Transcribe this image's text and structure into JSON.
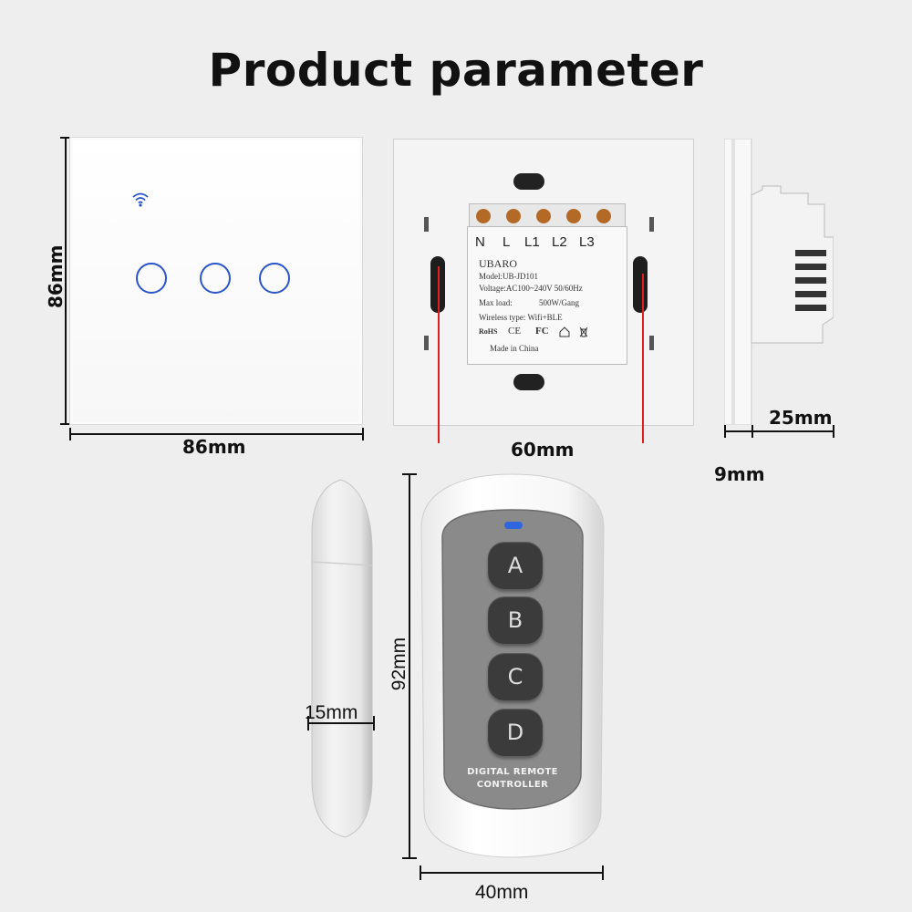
{
  "title": "Product parameter",
  "dimensions": {
    "front_height": "86mm",
    "front_width": "86mm",
    "back_width": "60mm",
    "side_depth": "25mm",
    "side_panel": "9mm",
    "remote_height": "92mm",
    "remote_width": "40mm",
    "remote_depth": "15mm"
  },
  "front_panel": {
    "touch_buttons": 3,
    "icon": "wifi-icon"
  },
  "back_panel": {
    "terminals": [
      "N",
      "L",
      "L1",
      "L2",
      "L3"
    ],
    "brand": "UBARO",
    "model": "Model:UB-JD101",
    "voltage": "Voltage:AC100~240V 50/60Hz",
    "max_load_label": "Max load:",
    "max_load_value": "500W/Gang",
    "wireless": "Wireless type: Wifi+BLE",
    "cert_rohs": "RoHS",
    "cert_ce": "CE",
    "cert_fc": "FC",
    "origin": "Made in China"
  },
  "remote": {
    "buttons": [
      "A",
      "B",
      "C",
      "D"
    ],
    "label_line1": "DIGITAL REMOTE",
    "label_line2": "CONTROLLER",
    "led_color": "#2f66e0"
  },
  "colors": {
    "accent": "#2a55c9",
    "dimension_red": "#e02020",
    "background": "#eeeeee"
  }
}
